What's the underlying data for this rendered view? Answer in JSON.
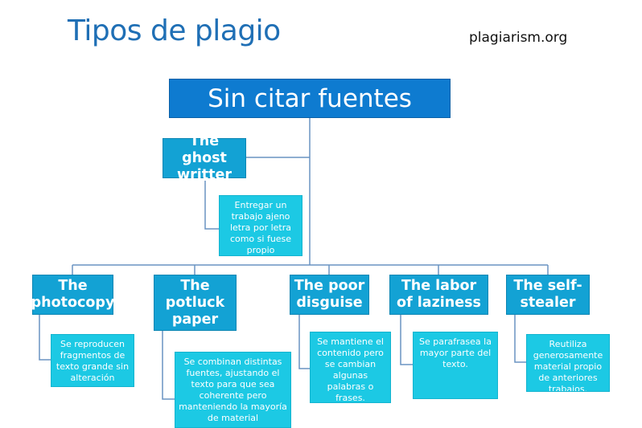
{
  "title": "Tipos de plagio",
  "source": "plagiarism.org",
  "root": "Sin citar fuentes",
  "ghost": {
    "label": "The ghost writter",
    "description": "Entregar un trabajo ajeno letra por letra como si fuese propio"
  },
  "types": [
    {
      "label": "The photocopy",
      "description": "Se reproducen fragmentos de texto grande  sin alteración"
    },
    {
      "label": "The potluck paper",
      "description": "Se combinan distintas fuentes, ajustando el texto para que sea coherente pero manteniendo la mayoría de material"
    },
    {
      "label": "The poor disguise",
      "description": "Se mantiene el contenido pero se cambian algunas palabras o frases."
    },
    {
      "label": "The labor of laziness",
      "description": "Se parafrasea la mayor parte del texto."
    },
    {
      "label": "The self-stealer",
      "description": "Reutiliza generosamente material propio de anteriores trabajos."
    }
  ],
  "colors": {
    "title": "#1f6fb5",
    "root_box": "#0e7bd0",
    "category_box": "#13a2d4",
    "description_box": "#1cc9e4",
    "connector": "#6a94c2"
  }
}
